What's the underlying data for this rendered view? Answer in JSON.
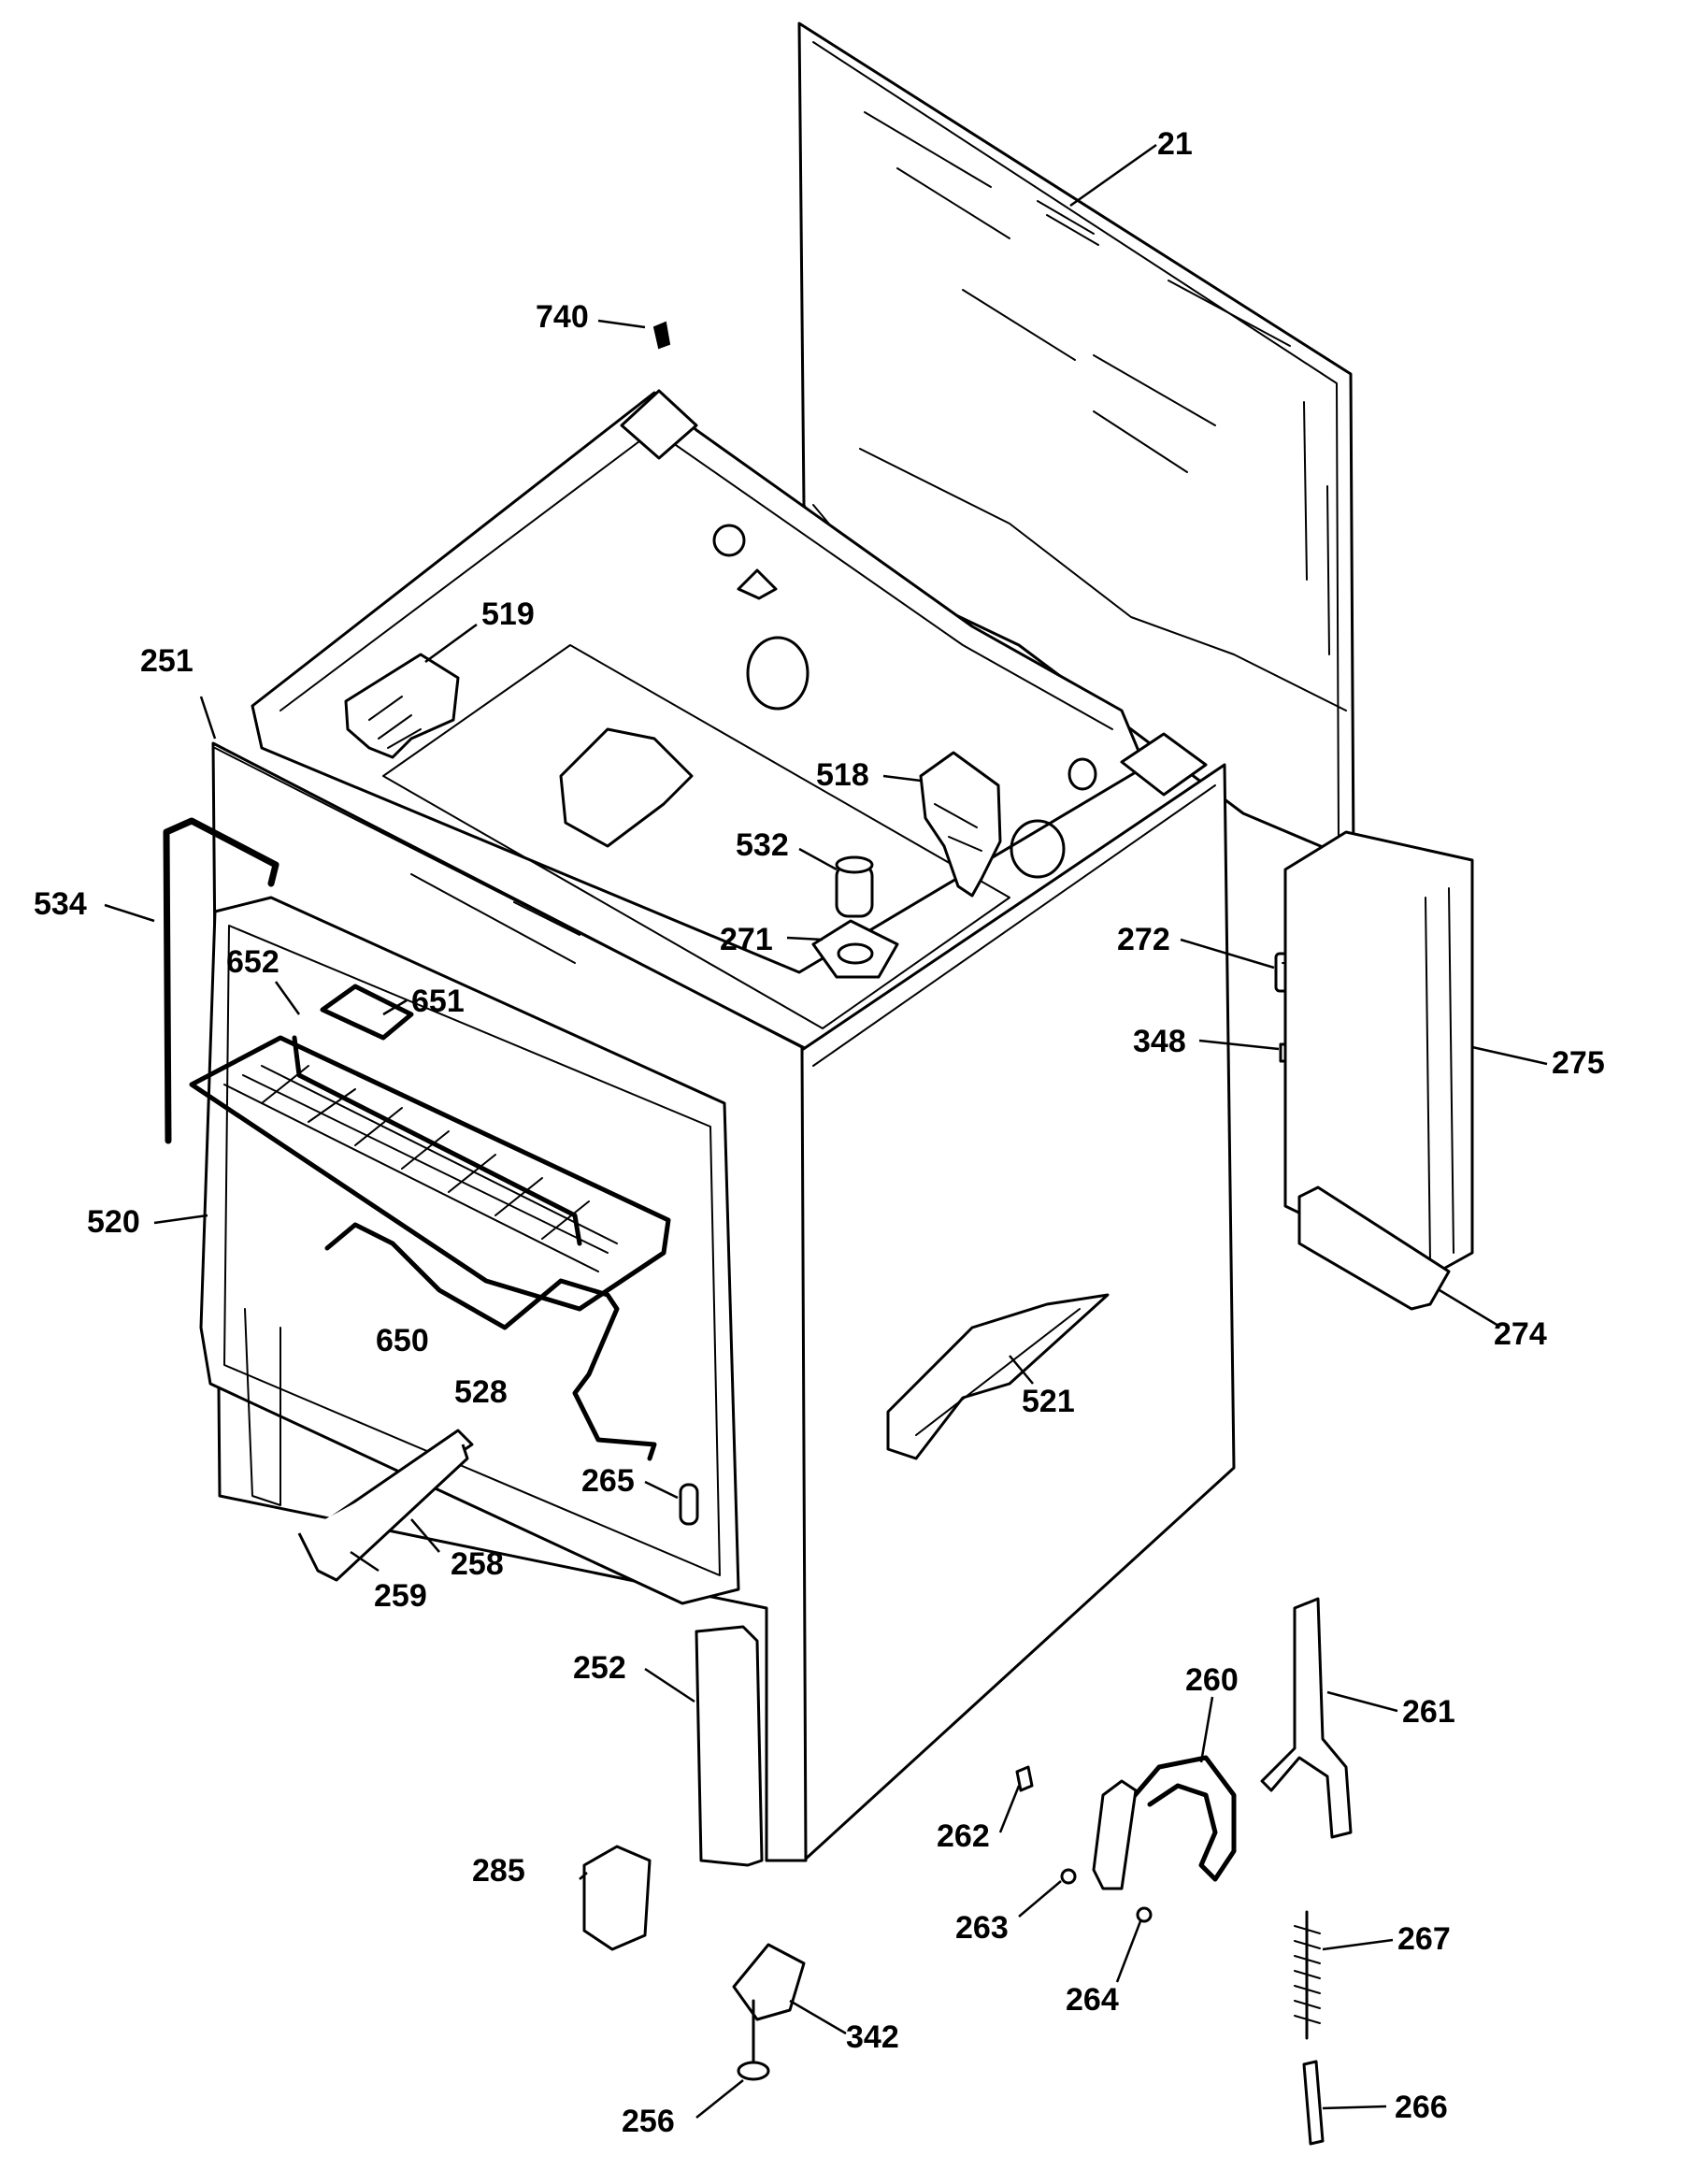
{
  "labels": {
    "p21": "21",
    "p740": "740",
    "p519": "519",
    "p251": "251",
    "p518": "518",
    "p532": "532",
    "p534": "534",
    "p271": "271",
    "p272": "272",
    "p652": "652",
    "p651": "651",
    "p348": "348",
    "p275": "275",
    "p520": "520",
    "p650": "650",
    "p528": "528",
    "p274": "274",
    "p521": "521",
    "p265": "265",
    "p258": "258",
    "p259": "259",
    "p252": "252",
    "p260": "260",
    "p261": "261",
    "p262": "262",
    "p285": "285",
    "p263": "263",
    "p267": "267",
    "p264": "264",
    "p342": "342",
    "p256": "256",
    "p266": "266"
  }
}
